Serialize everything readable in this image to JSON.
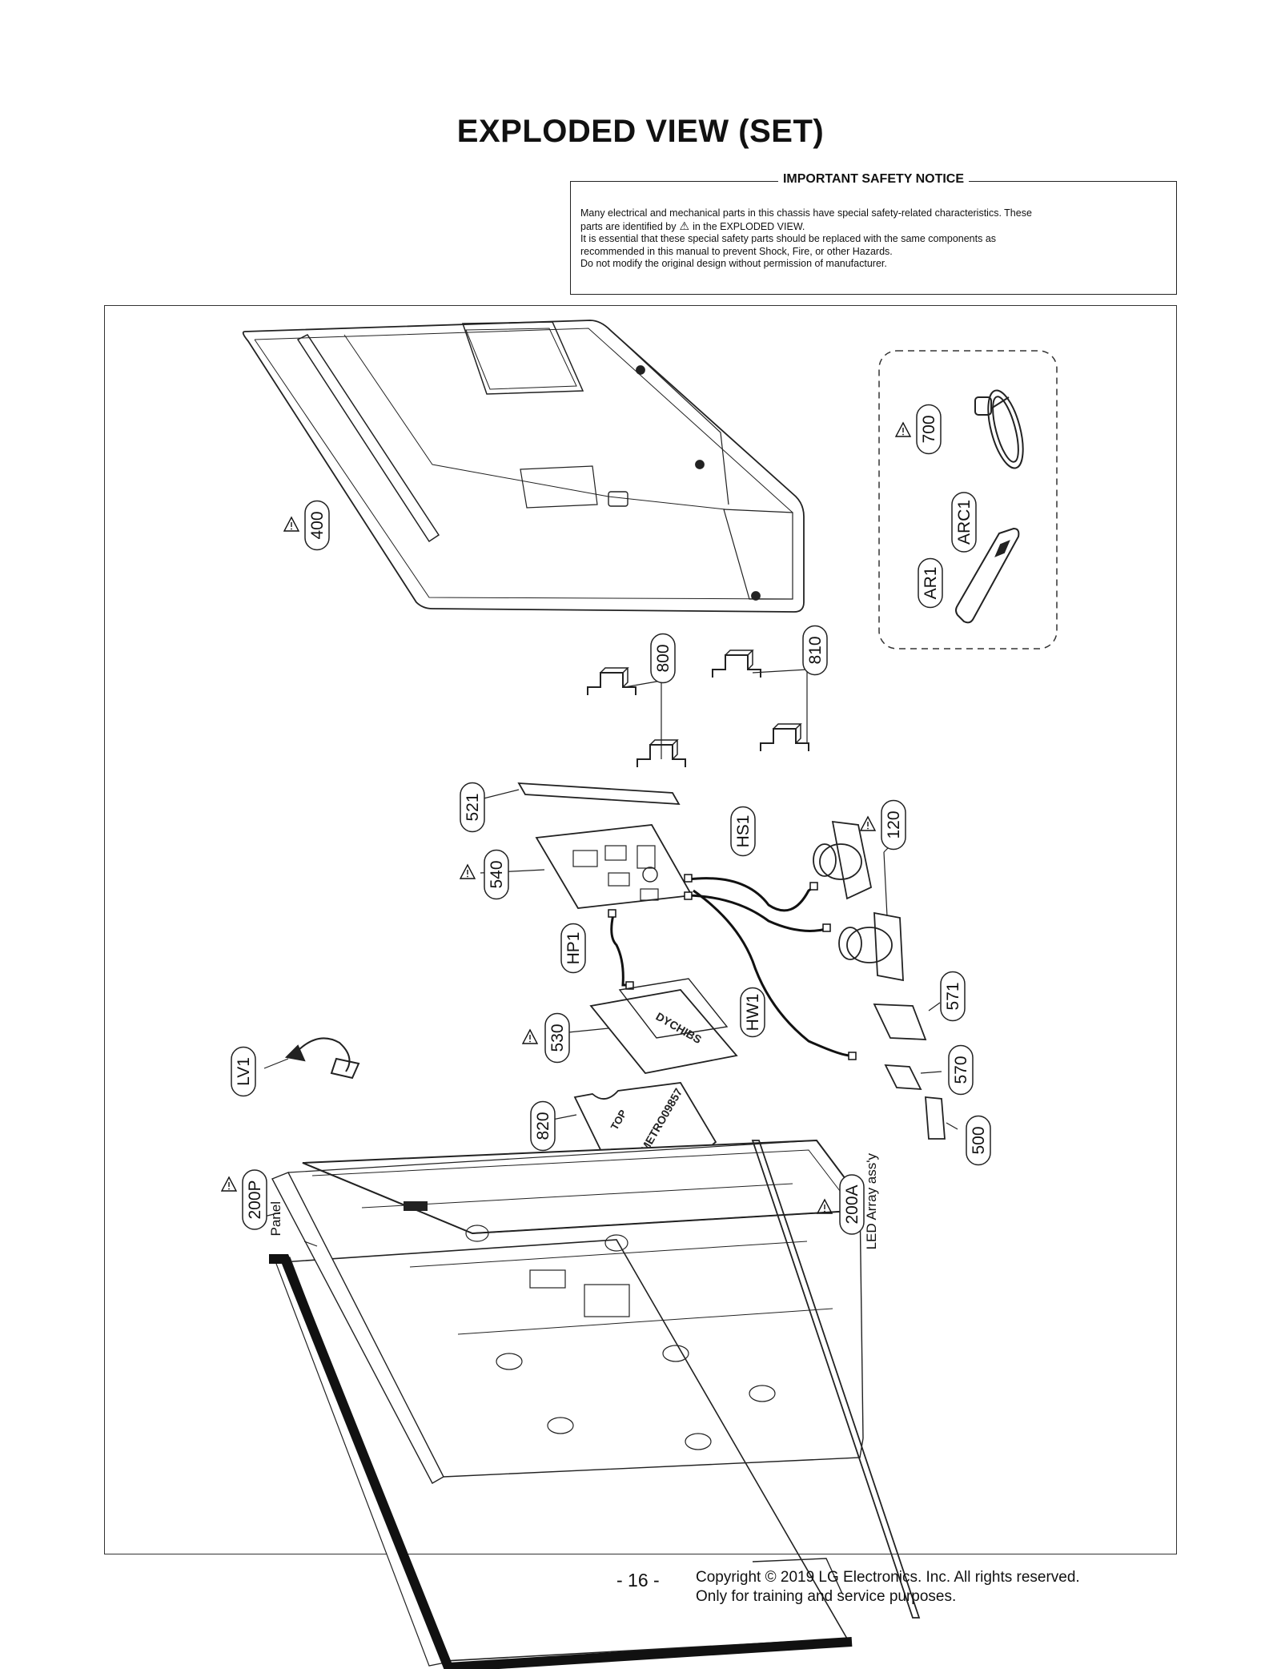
{
  "title": "EXPLODED VIEW (SET)",
  "notice": {
    "heading": "IMPORTANT SAFETY NOTICE",
    "line1": "Many electrical and mechanical parts in this chassis have special safety-related characteristics. These",
    "line2a": "parts are identified by",
    "line2b": "in the EXPLODED VIEW.",
    "line3": "It is essential that these special safety parts should be replaced with the same components as",
    "line4": "recommended in this manual to prevent Shock, Fire, or other Hazards.",
    "line5": "Do not modify the original design without permission of manufacturer."
  },
  "callouts": {
    "c400": "400",
    "c700": "700",
    "cARC1": "ARC1",
    "cAR1": "AR1",
    "c800": "800",
    "c810": "810",
    "c521": "521",
    "c540": "540",
    "cHS1": "HS1",
    "c120": "120",
    "cHP1": "HP1",
    "cHW1": "HW1",
    "c571": "571",
    "c530": "530",
    "cLV1": "LV1",
    "c570": "570",
    "c820": "820",
    "c500": "500",
    "c200P": "200P",
    "c200A": "200A"
  },
  "labels": {
    "panel": "Panel",
    "led_array": "LED Array ass'y"
  },
  "part_markings": {
    "p530": "DYCHIBS",
    "p820_a": "TOP",
    "p820_b": "METRO09857"
  },
  "footer": {
    "page": "- 16 -",
    "copyright": "Copyright  © 2019 LG Electronics. Inc. All rights reserved.",
    "purpose": "Only for training and service purposes."
  }
}
